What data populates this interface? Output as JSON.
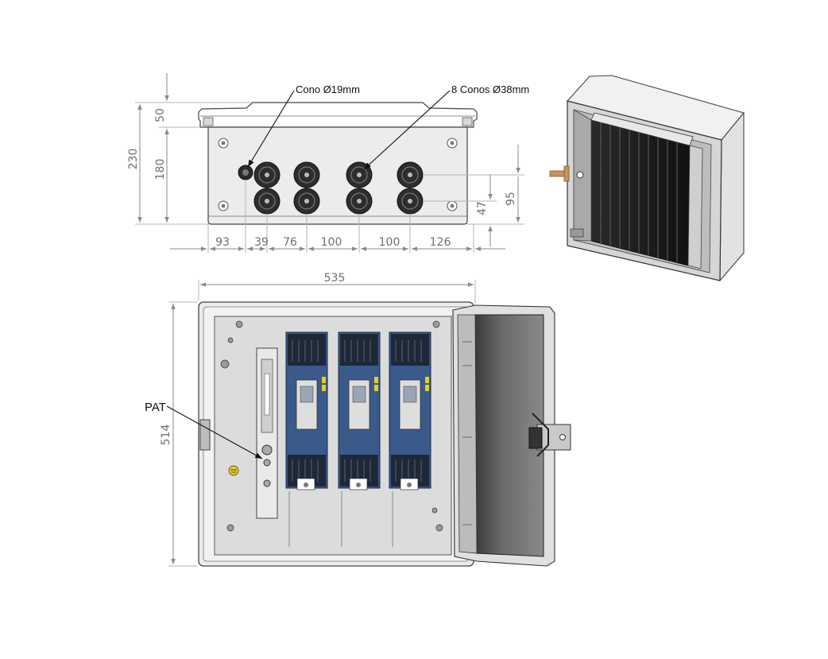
{
  "callouts": {
    "small_cone": "Cono Ø19mm",
    "large_cones": "8 Conos Ø38mm",
    "earth": "PAT"
  },
  "dimensions": {
    "bottom_view": {
      "total_height": "230",
      "lid_height": "50",
      "body_height": "180",
      "row_spacing": "47",
      "cone_row_height": "95",
      "horizontal": [
        "93",
        "39",
        "76",
        "100",
        "100",
        "126"
      ]
    },
    "front_view": {
      "width": "535",
      "height": "514"
    }
  },
  "colors": {
    "enclosure_fill": "#ececec",
    "back_plate": "#dcdcdc",
    "fuse_body": "#3a5a8c",
    "fuse_handle": "#1e2836",
    "fuse_indicator": "#e6cf1c",
    "door_tint": "#555555",
    "hinge_plate": "#c9c9c9",
    "key_color": "#c8945a"
  }
}
